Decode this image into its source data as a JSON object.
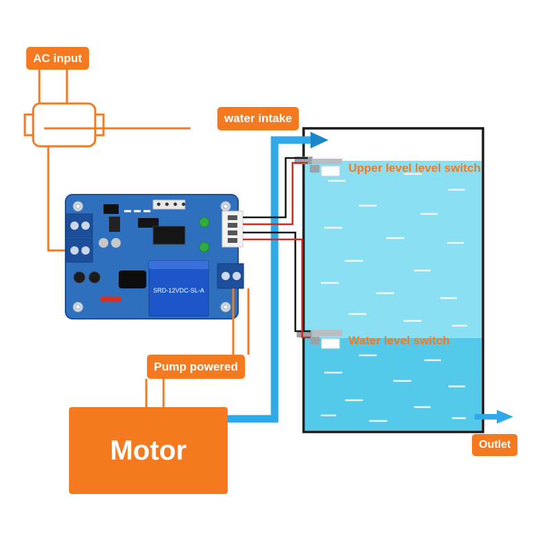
{
  "labels": {
    "ac_input": "AC input",
    "water_intake": "water intake",
    "upper_switch": "Upper level level switch",
    "water_switch": "Water level switch",
    "pump_powered": "Pump powered",
    "motor": "Motor",
    "outlet": "Outlet"
  },
  "pcb": {
    "relay_text": "SRD-12VDC-SL-A"
  },
  "colors": {
    "accent": "#F5791F",
    "water_upper": "#8ADFF3",
    "water_lower": "#55C9EA",
    "pipe": "#2FA9E8",
    "pipe_dark": "#1B87C9",
    "wire_red": "#CC2A1E",
    "wire_black": "#161616",
    "pcb_blue": "#2E6FBE"
  }
}
